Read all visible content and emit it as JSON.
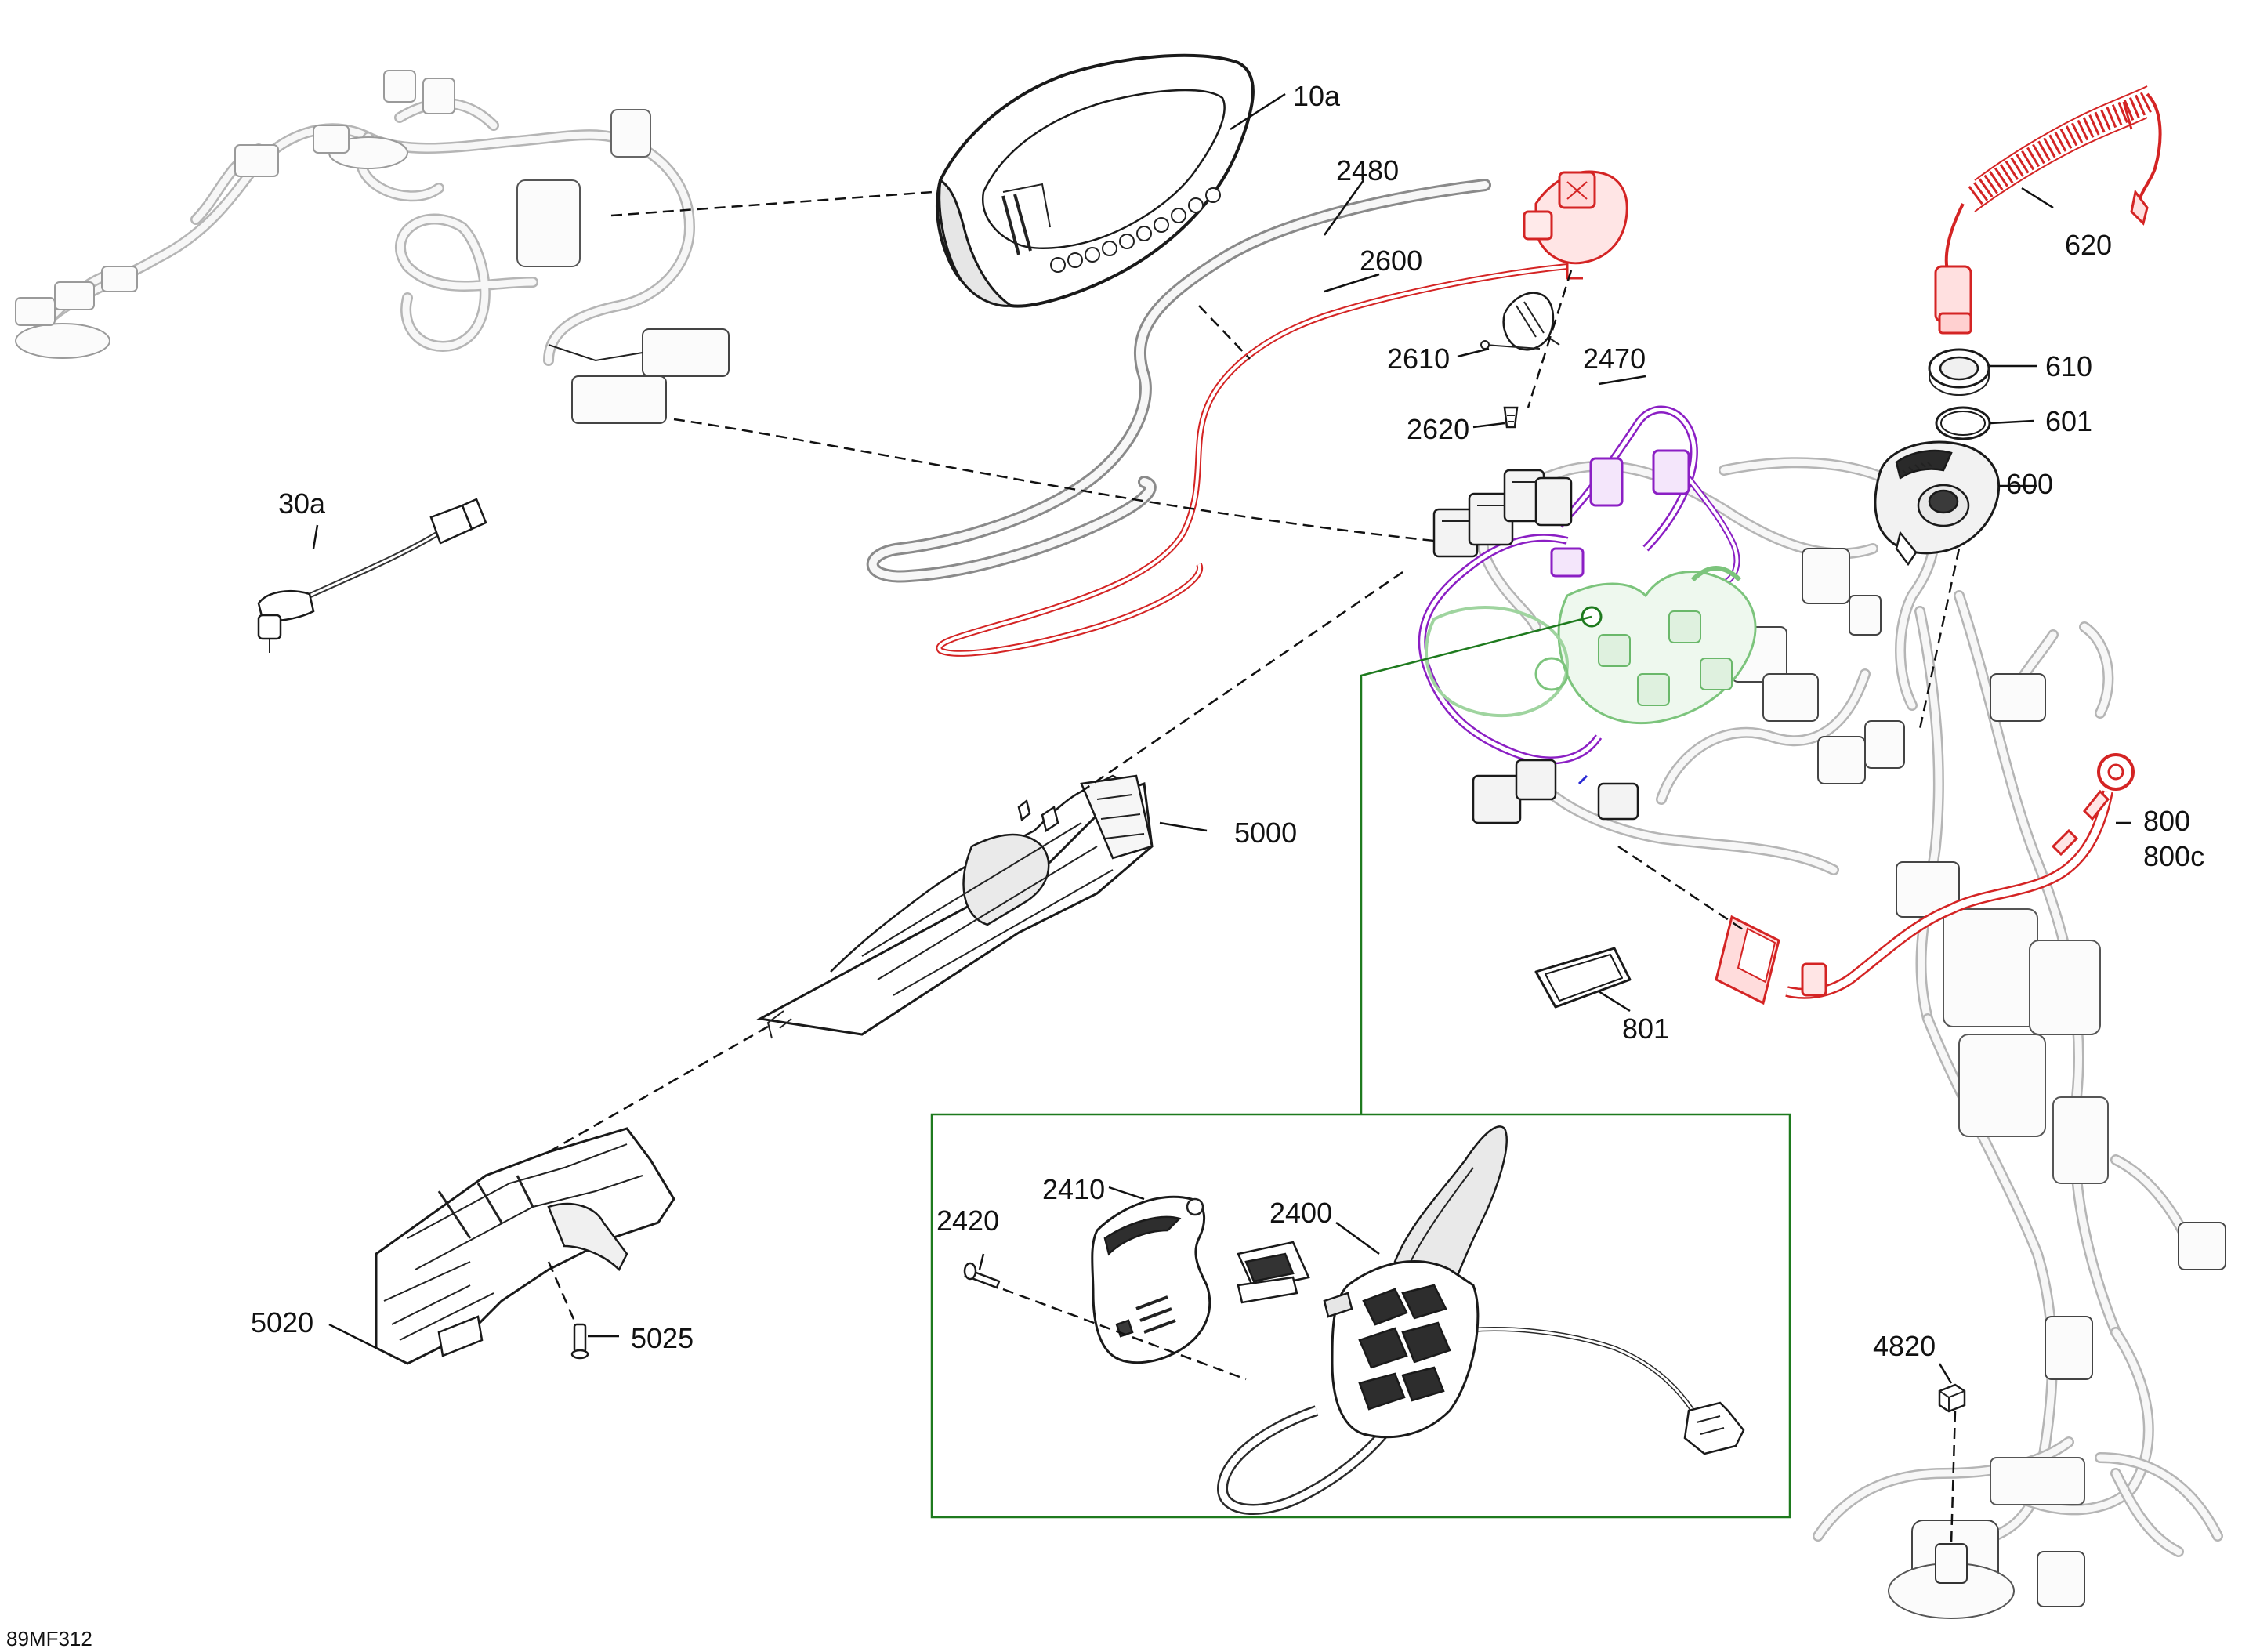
{
  "diagram_id": "89MF312",
  "colors": {
    "highlight_red": "#d42424",
    "highlight_purple": "#8b1fc4",
    "highlight_green": "#1e7a1e",
    "line": "#111111",
    "ghost": "#a8a8a8"
  },
  "labels": {
    "p10a": "10a",
    "p30a": "30a",
    "p2480": "2480",
    "p2600": "2600",
    "p2610": "2610",
    "p2620": "2620",
    "p2470": "2470",
    "p620": "620",
    "p610": "610",
    "p601": "601",
    "p600": "600",
    "p5000": "5000",
    "p800": "800",
    "p800c": "800c",
    "p801": "801",
    "p5020": "5020",
    "p5025": "5025",
    "p2420": "2420",
    "p2410": "2410",
    "p2400": "2400",
    "p4820": "4820"
  }
}
